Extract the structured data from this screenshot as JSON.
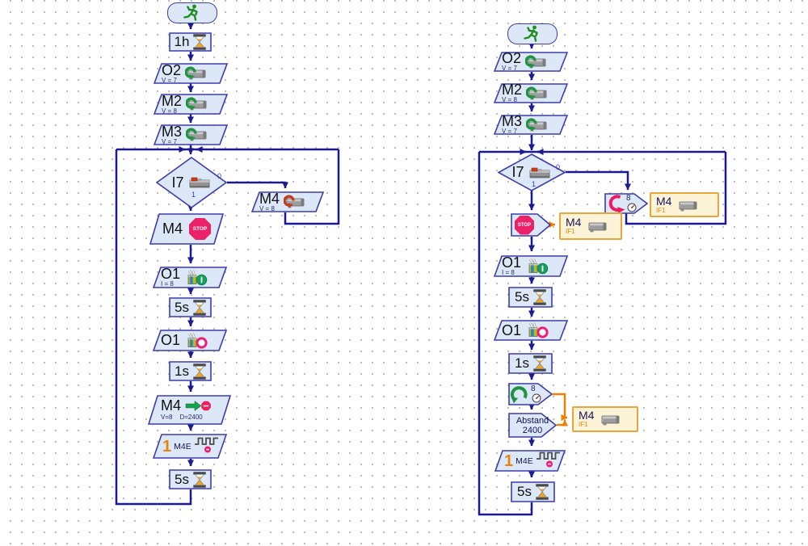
{
  "colors": {
    "wire": "#1b1b91",
    "shape_fill": "#dce8f8",
    "shape_border": "#3c3cac",
    "orange_wire": "#ee8200",
    "reference_fill": "#fdf3d6",
    "reference_border": "#e9a43b",
    "stop_red": "#ec2268",
    "hourglass_sand": "#f2a41a",
    "runner_green": "#1e8c1e"
  },
  "left_chart": {
    "wait_1h": {
      "label": "1h"
    },
    "o2": {
      "label": "O2",
      "sub": "V = 7"
    },
    "m2": {
      "label": "M2",
      "sub": "V = 8"
    },
    "m3": {
      "label": "M3",
      "sub": "V = 7"
    },
    "i7": {
      "label": "I7",
      "branch_0": "0",
      "branch_1": "1"
    },
    "m4_reverse": {
      "label": "M4",
      "sub": "V = 8"
    },
    "m4_stop": {
      "label": "M4",
      "stop_text": "STOP"
    },
    "o1_on": {
      "label": "O1",
      "sub": "I = 8"
    },
    "wait_5s_a": {
      "label": "5s"
    },
    "o1_off": {
      "label": "O1"
    },
    "wait_1s": {
      "label": "1s"
    },
    "m4_distance": {
      "label": "M4",
      "sub_speed": "V=8",
      "sub_distance": "D=2400"
    },
    "m4e_pulse": {
      "count": "1",
      "label": "M4E"
    },
    "wait_5s_b": {
      "label": "5s"
    }
  },
  "right_chart": {
    "o2": {
      "label": "O2",
      "sub": "V = 7"
    },
    "m2": {
      "label": "M2",
      "sub": "V = 8"
    },
    "m3": {
      "label": "M3",
      "sub": "V = 7"
    },
    "i7": {
      "label": "I7",
      "branch_0": "0",
      "branch_1": "1"
    },
    "loop_reverse": {
      "count": "8"
    },
    "m4_ref_top": {
      "label": "M4",
      "sub": "IF1"
    },
    "stop": {
      "stop_text": "STOP"
    },
    "m4_ref_mid": {
      "label": "M4",
      "sub": "IF1"
    },
    "o1_on": {
      "label": "O1",
      "sub": "I = 8"
    },
    "wait_5s_a": {
      "label": "5s"
    },
    "o1_off": {
      "label": "O1"
    },
    "wait_1s": {
      "label": "1s"
    },
    "loop_distance": {
      "count": "8"
    },
    "abstand": {
      "line1": "Abstand",
      "line2": "2400"
    },
    "m4_ref_bottom": {
      "label": "M4",
      "sub": "IF1"
    },
    "m4e_pulse": {
      "count": "1",
      "label": "M4E"
    },
    "wait_5s_b": {
      "label": "5s"
    }
  }
}
